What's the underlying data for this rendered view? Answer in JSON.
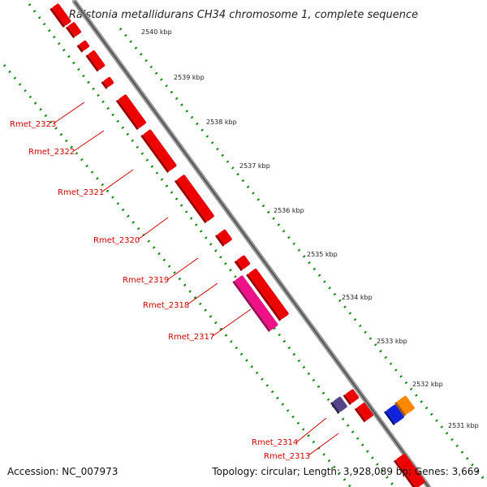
{
  "title": "Ralstonia metallidurans CH34 chromosome 1, complete sequence",
  "footer": {
    "accession": "Accession: NC_007973",
    "topology": "Topology: circular; Length: 3,928,089 bp; Genes: 3,669"
  },
  "ticks": [
    {
      "label": "2540 kbp"
    },
    {
      "label": "2539 kbp"
    },
    {
      "label": "2538 kbp"
    },
    {
      "label": "2537 kbp"
    },
    {
      "label": "2536 kbp"
    },
    {
      "label": "2535 kbp"
    },
    {
      "label": "2534 kbp"
    },
    {
      "label": "2533 kbp"
    },
    {
      "label": "2532 kbp"
    },
    {
      "label": "2531 kbp"
    }
  ],
  "genes": [
    {
      "label": "Rmet_2323"
    },
    {
      "label": "Rmet_2322"
    },
    {
      "label": "Rmet_2321"
    },
    {
      "label": "Rmet_2320"
    },
    {
      "label": "Rmet_2319"
    },
    {
      "label": "Rmet_2318"
    },
    {
      "label": "Rmet_2317"
    },
    {
      "label": "Rmet_2314"
    },
    {
      "label": "Rmet_2313"
    }
  ],
  "colors": {
    "gene_red": "#ee0000",
    "gene_magenta": "#ee1188",
    "gene_purple": "#554488",
    "gene_blue": "#1122dd",
    "gene_orange": "#ff8800",
    "dots": "#118811",
    "backbone": "#777777",
    "label": "#cc0000"
  }
}
